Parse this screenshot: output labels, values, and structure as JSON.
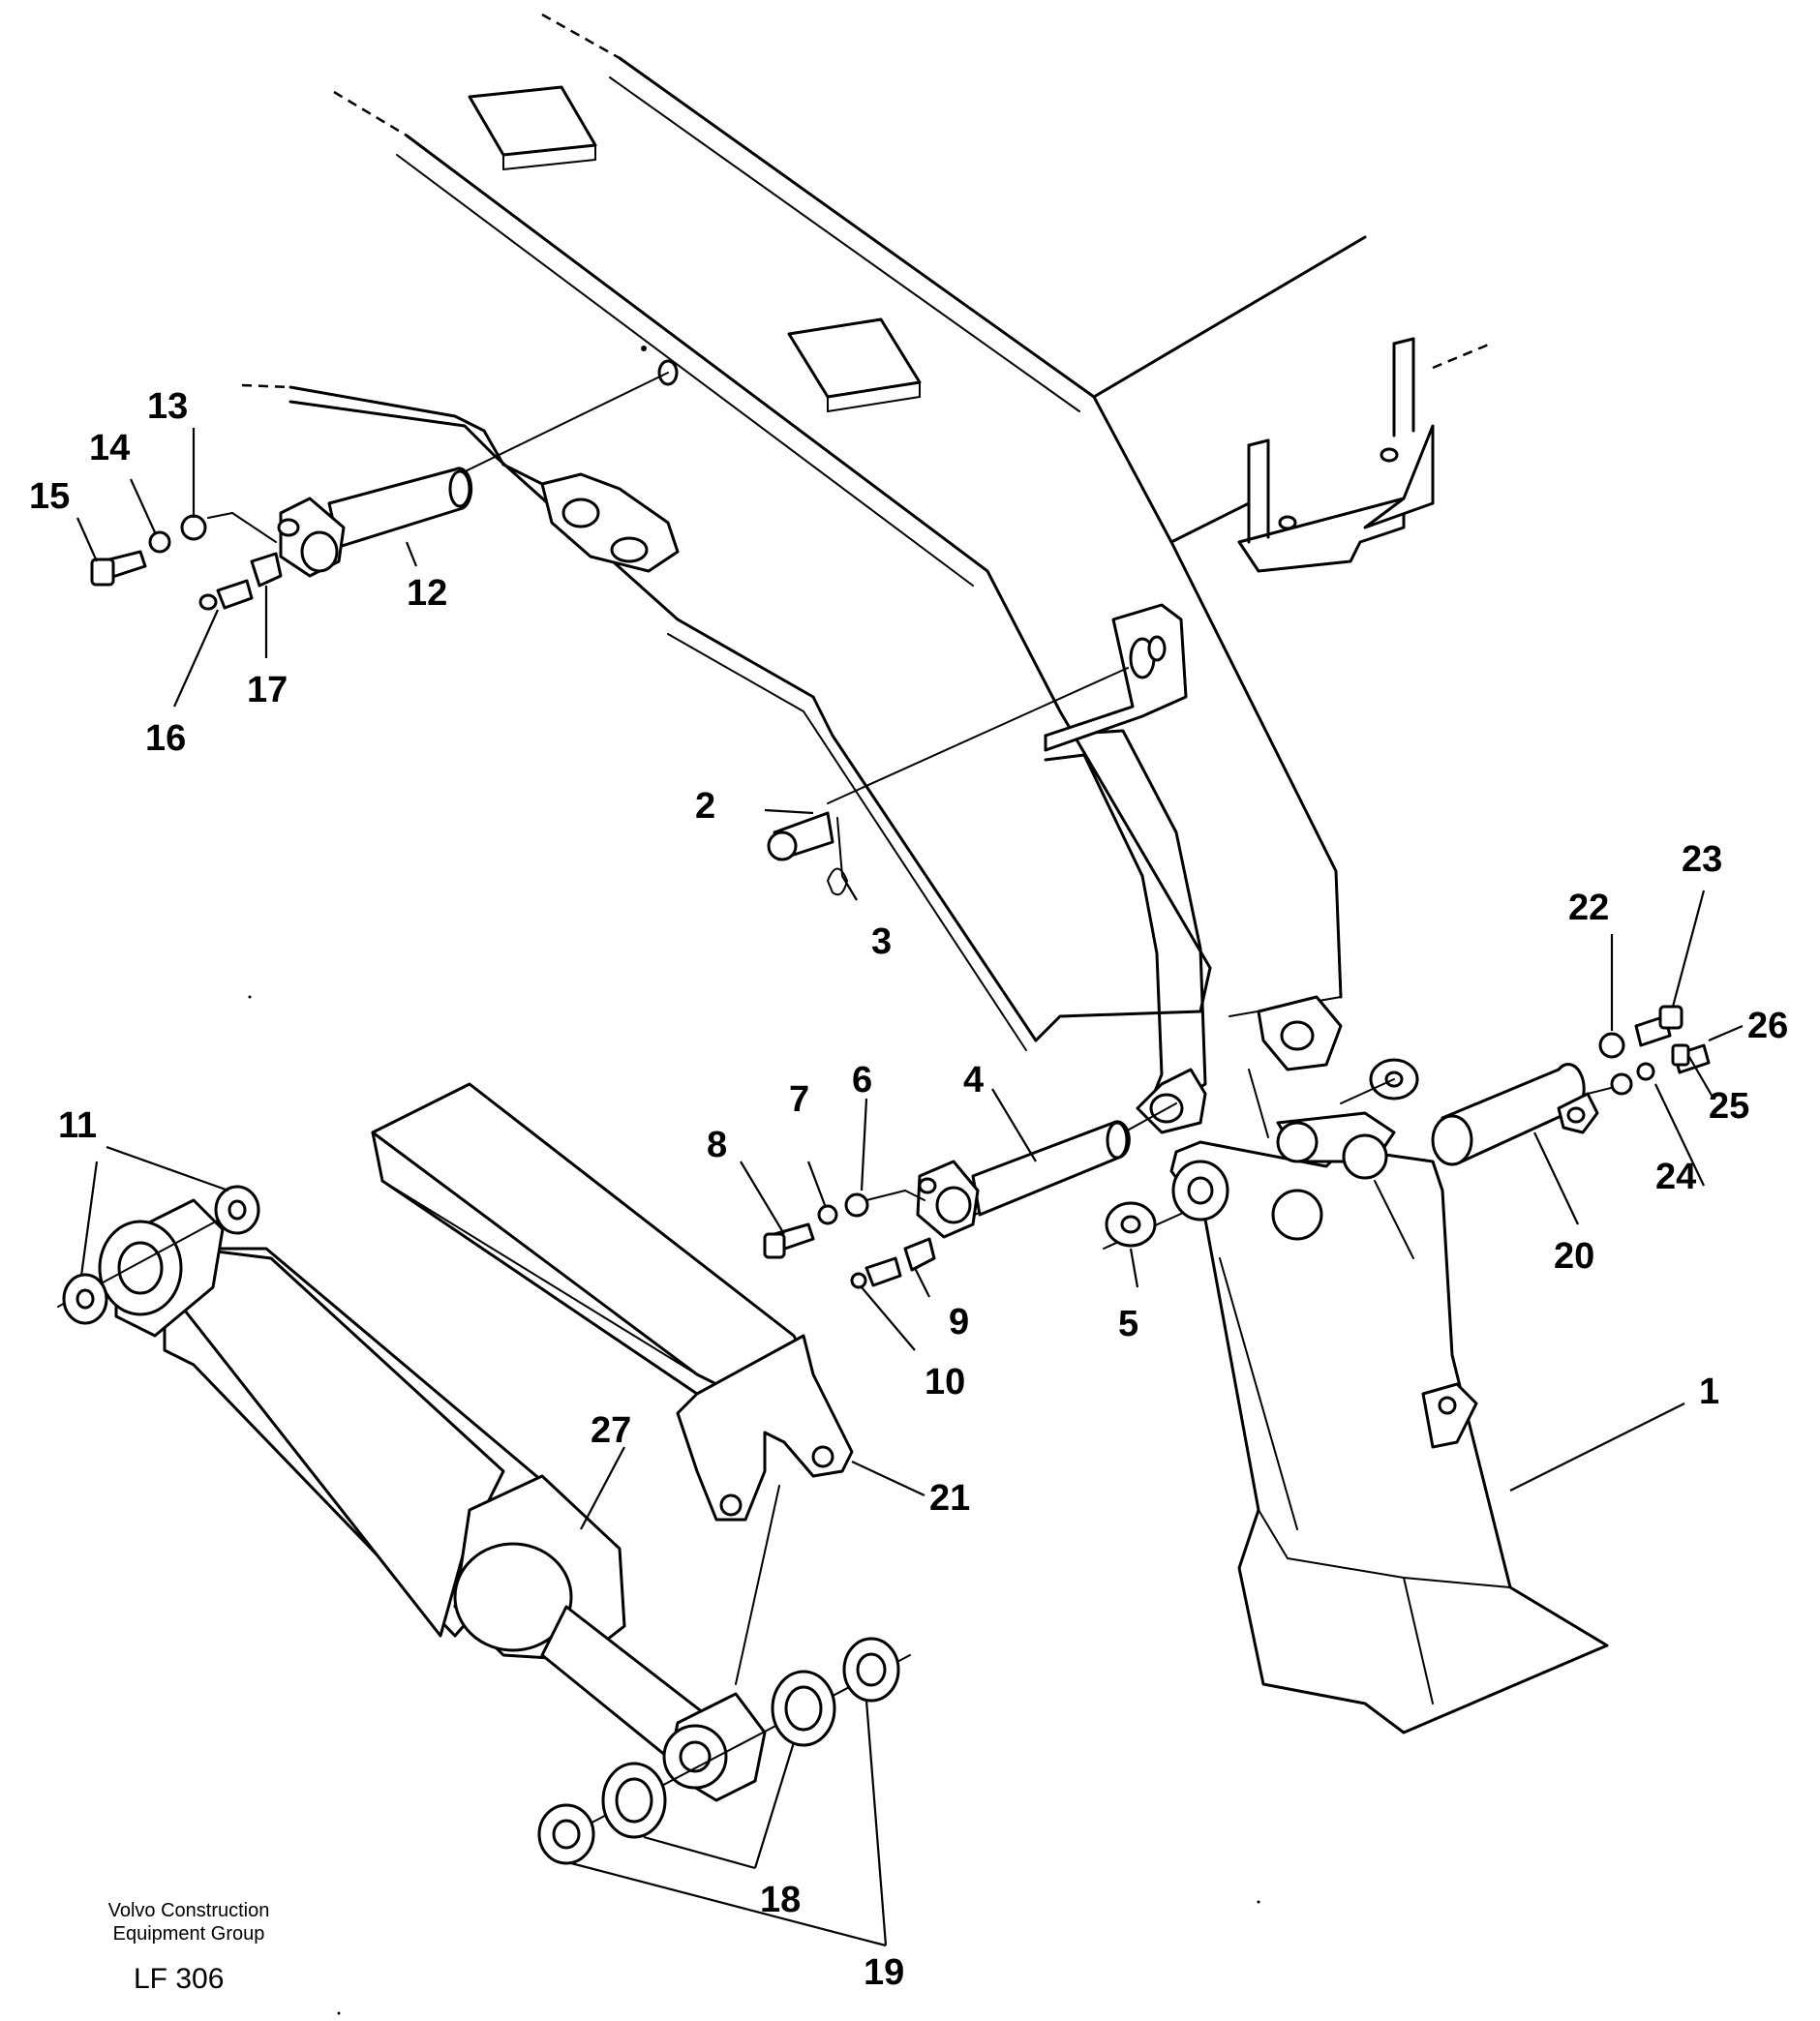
{
  "diagram": {
    "callouts": [
      "1",
      "2",
      "3",
      "4",
      "5",
      "6",
      "7",
      "8",
      "9",
      "10",
      "11",
      "12",
      "13",
      "14",
      "15",
      "16",
      "17",
      "18",
      "19",
      "20",
      "21",
      "22",
      "23",
      "24",
      "25",
      "26",
      "27"
    ]
  },
  "footer": {
    "company_line1": "Volvo Construction",
    "company_line2": "Equipment Group",
    "figure_code": "LF 306"
  },
  "colors": {
    "ink": "#000000",
    "paper": "#ffffff"
  }
}
